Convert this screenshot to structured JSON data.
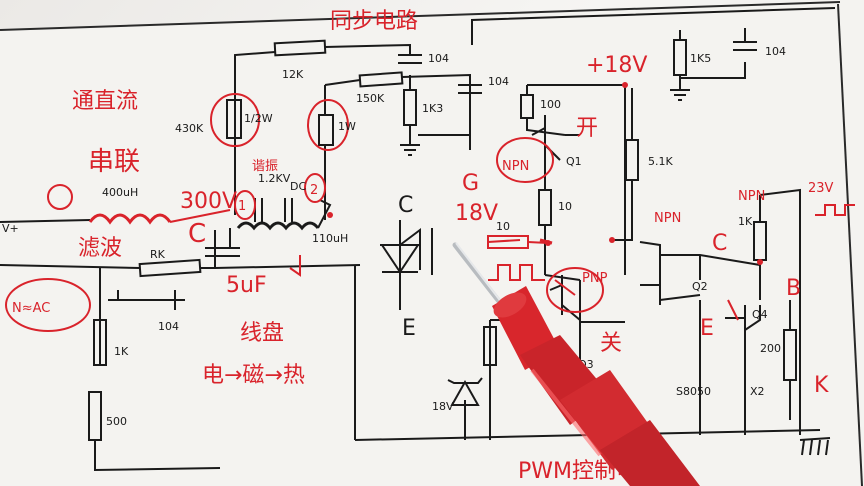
{
  "schematic": {
    "resistors": {
      "r_12k": "12K",
      "r_150k": "150K",
      "r_1k3": "1K3",
      "r_1k5": "1K5",
      "r_100": "100",
      "r_10a": "10",
      "r_10b": "10",
      "r_5_1k": "5.1K",
      "r_1k_right": "1K",
      "r_1k_left": "1K",
      "r_500": "500",
      "r_200": "200",
      "r_rk": "RK",
      "r_430k": "430K",
      "r_1_2w": "1/2W",
      "r_1w": "1W"
    },
    "capacitors": {
      "c_104_a": "104",
      "c_104_b": "104",
      "c_104_c": "104",
      "c_104_d": "104"
    },
    "zener": "18V",
    "inductor_1": "400uH",
    "inductor_2": "110uH",
    "transistor_model": "S8050",
    "quantity": "X2",
    "capacitor_5uf": "5uF",
    "capacitor_1_2kv": "1.2KV",
    "dc_label": "DC",
    "supply_left": "V+"
  },
  "annotations": {
    "plus_18v": "+18V",
    "v_300": "300V",
    "v_18": "18V",
    "v_23": "23V",
    "letter_g": "G",
    "letter_c_left": "C",
    "letter_c_igbt": "C",
    "letter_e_igbt": "E",
    "letter_c_q2": "C",
    "letter_e_q2": "E",
    "letter_b": "B",
    "letter_k": "K",
    "npn_1": "NPN",
    "npn_2": "NPN",
    "npn_3": "NPN",
    "pnp": "PNP",
    "q1": "Q1",
    "q2": "Q2",
    "q3": "Q3",
    "q4": "Q4",
    "n_ac": "N≈AC",
    "num_1": "1",
    "num_2": "2",
    "top_title": "同步电路",
    "through_dc": "通直流",
    "series": "串联",
    "filter": "滤波",
    "resonance": "谐振",
    "coil": "线盘",
    "electric_magnetic": "电→磁→热",
    "open": "开",
    "close": "关",
    "pwm_title": "PWM控制电路"
  },
  "colors": {
    "ink": "#1a1a1a",
    "pen_red": "#d9232b",
    "paper": "#f3f2ef",
    "probe_red": "#d8262c"
  },
  "icons": {
    "probe": "multimeter-probe-icon"
  }
}
